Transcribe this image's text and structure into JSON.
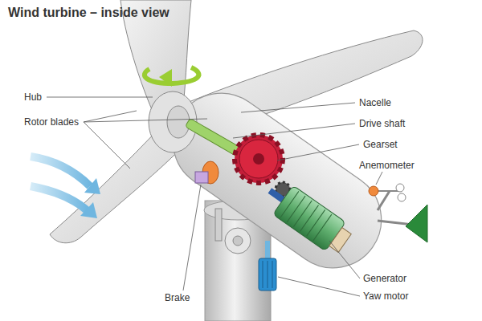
{
  "diagram": {
    "title": "Wind turbine – inside view",
    "labels": [
      "Hub",
      "Rotor blades",
      "Nacelle",
      "Drive shaft",
      "Gearset",
      "Anemometer",
      "Brake",
      "Generator",
      "Yaw motor"
    ]
  }
}
